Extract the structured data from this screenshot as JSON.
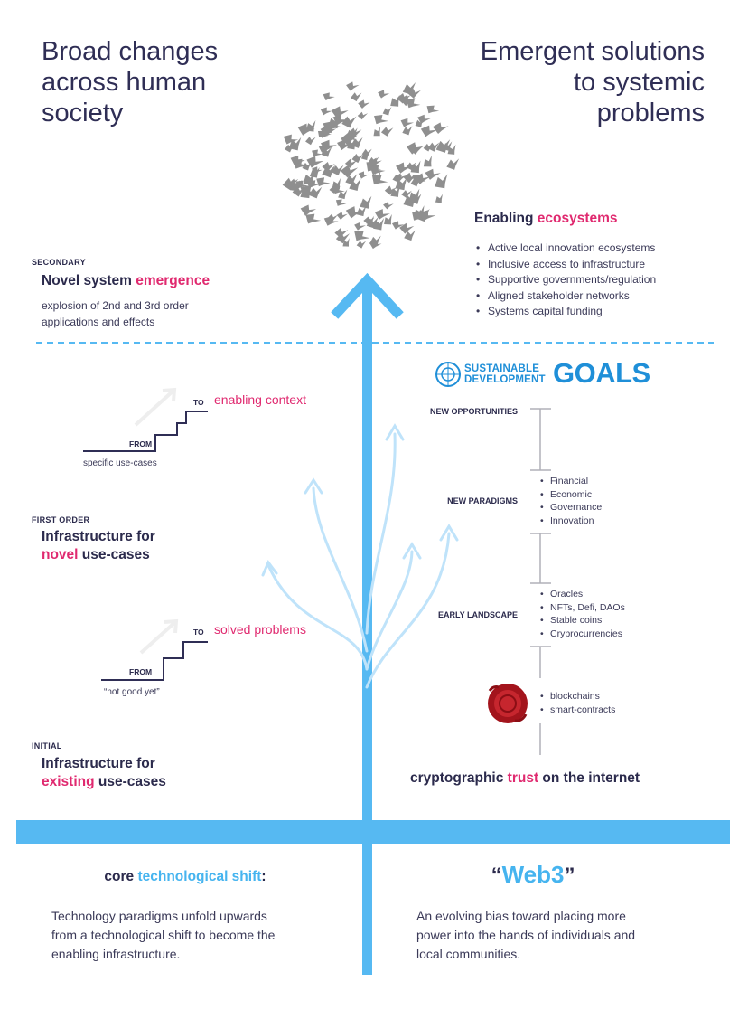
{
  "left_heading": [
    "Broad changes",
    "across human",
    "society"
  ],
  "right_heading": [
    "Emergent solutions",
    "to systemic",
    "problems"
  ],
  "ecosystems": {
    "title_a": "Enabling ",
    "title_b": "ecosystems",
    "items": [
      "Active local innovation ecosystems",
      "Inclusive access to infrastructure",
      "Supportive governments/regulation",
      "Aligned stakeholder networks",
      "Systems capital funding"
    ]
  },
  "secondary": {
    "tag": "SECONDARY",
    "title_a": "Novel system ",
    "title_b": "emergence",
    "desc": [
      "explosion of 2nd and 3rd order",
      "applications and effects"
    ]
  },
  "first_order": {
    "tag": "FIRST ORDER",
    "title_line1": "Infrastructure for",
    "title_a": "novel",
    "title_b": " use-cases"
  },
  "initial": {
    "tag": "INITIAL",
    "title_line1": "Infrastructure for",
    "title_a": "existing",
    "title_b": " use-cases"
  },
  "stairs_top": {
    "to": "TO",
    "context": "enabling context",
    "from": "FROM",
    "caption": "specific use-cases"
  },
  "stairs_bottom": {
    "to": "TO",
    "context": "solved problems",
    "from": "FROM",
    "caption": "“not good yet”"
  },
  "sdg": {
    "line1": "SUSTAINABLE",
    "line2": "DEVELOPMENT",
    "goals": "GOALS"
  },
  "ladder": {
    "new_opportunities": "NEW OPPORTUNITIES",
    "new_paradigms": "NEW PARADIGMS",
    "paradigm_items": [
      "Financial",
      "Economic",
      "Governance",
      "Innovation"
    ],
    "early_landscape": "EARLY LANDSCAPE",
    "landscape_items": [
      "Oracles",
      "NFTs, Defi, DAOs",
      "Stable coins",
      "Cryprocurrencies"
    ],
    "base_items": [
      "blockchains",
      "smart-contracts"
    ]
  },
  "trust": {
    "a": "cryptographic ",
    "b": "trust",
    "c": " on the internet"
  },
  "core": {
    "title_a": "core ",
    "title_b": "technological shift",
    "title_c": ":",
    "body": [
      "Technology paradigms unfold upwards",
      "from a technological shift to become the",
      "enabling infrastructure."
    ]
  },
  "web3": {
    "title": "Web3",
    "body": [
      "An evolving bias toward placing more",
      "power into the hands of individuals and",
      "local communities."
    ]
  },
  "colors": {
    "accent_blue": "#56b9f2",
    "pink": "#e0296f",
    "navy": "#2b2a4c",
    "light_blue": "#cdebfb",
    "seal_red": "#b3161d"
  }
}
